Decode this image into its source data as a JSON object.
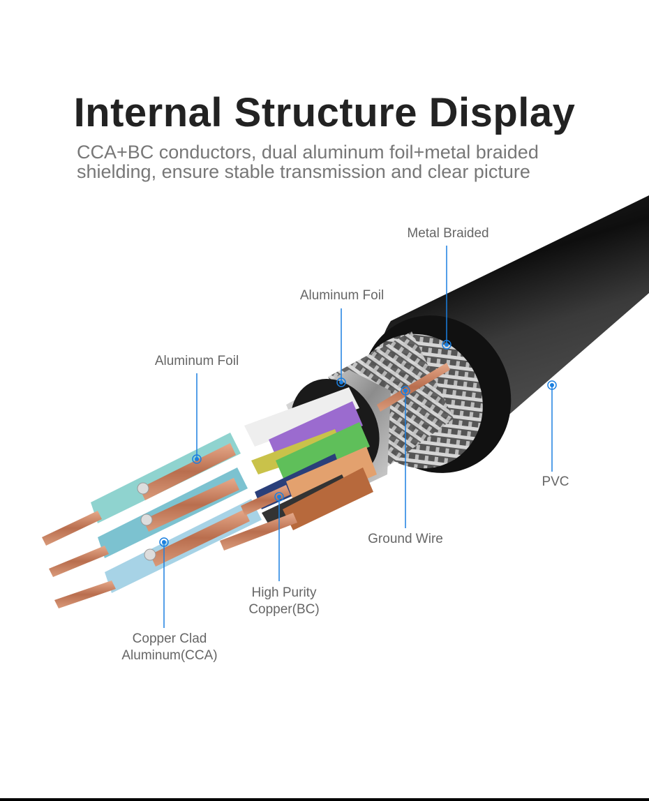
{
  "header": {
    "title": "Internal Structure Display",
    "subtitle_line1": "CCA+BC conductors, dual aluminum foil+metal braided",
    "subtitle_line2": "shielding, ensure stable transmission and clear picture"
  },
  "callouts": {
    "metal_braided": "Metal Braided",
    "aluminum_foil_outer": "Aluminum Foil",
    "aluminum_foil_inner": "Aluminum Foil",
    "pvc": "PVC",
    "ground_wire": "Ground Wire",
    "high_purity_copper_line1": "High Purity",
    "high_purity_copper_line2": "Copper(BC)",
    "cca_line1": "Copper Clad",
    "cca_line2": "Aluminum(CCA)"
  },
  "colors": {
    "callout_blue": "#1a7fe0",
    "title": "#222222",
    "subtitle": "#777777",
    "label": "#666666",
    "jacket": "#1a1a1a",
    "copper": "#c98a6a"
  }
}
